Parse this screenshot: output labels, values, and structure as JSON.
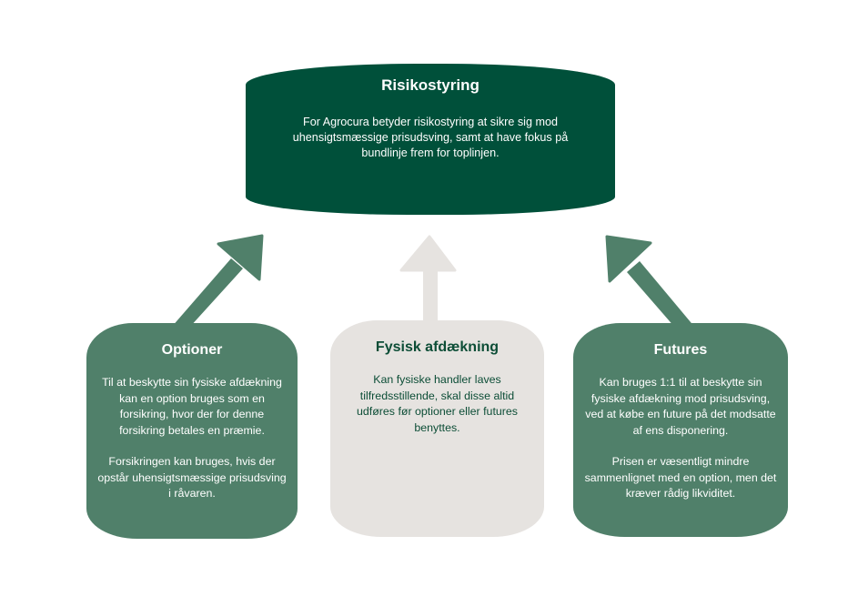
{
  "colors": {
    "dark_green": "#00503a",
    "mid_green": "#50806a",
    "light_gray": "#e6e3e0",
    "text_white": "#ffffff",
    "text_dark_green": "#0c4d36"
  },
  "top_box": {
    "title": "Risikostyring",
    "body": "For Agrocura betyder risikostyring at sikre sig mod uhensigtsmæssige prisudsving, samt at have fokus på bundlinje frem for toplinjen."
  },
  "boxes": [
    {
      "title": "Optioner",
      "paragraphs": [
        "Til at beskytte sin fysiske afdækning kan en option bruges som en forsikring, hvor der for denne forsikring betales en præmie.",
        "Forsikringen kan bruges, hvis der opstår uhensigtsmæssige prisudsving i råvaren."
      ]
    },
    {
      "title": "Fysisk afdækning",
      "paragraphs": [
        "Kan fysiske handler laves tilfredsstillende, skal disse altid udføres før optioner eller futures benyttes."
      ]
    },
    {
      "title": "Futures",
      "paragraphs": [
        "Kan bruges 1:1 til at beskytte sin fysiske afdækning mod prisudsving, ved at købe en future på det modsatte af ens disponering.",
        "Prisen er væsentligt mindre sammenlignet med en option, men det kræver rådig likviditet."
      ]
    }
  ],
  "arrows": [
    {
      "name": "optioner-to-risikostyring",
      "direction": "up-right"
    },
    {
      "name": "fysisk-afdaekning-to-risikostyring",
      "direction": "up"
    },
    {
      "name": "futures-to-risikostyring",
      "direction": "up-left"
    }
  ]
}
